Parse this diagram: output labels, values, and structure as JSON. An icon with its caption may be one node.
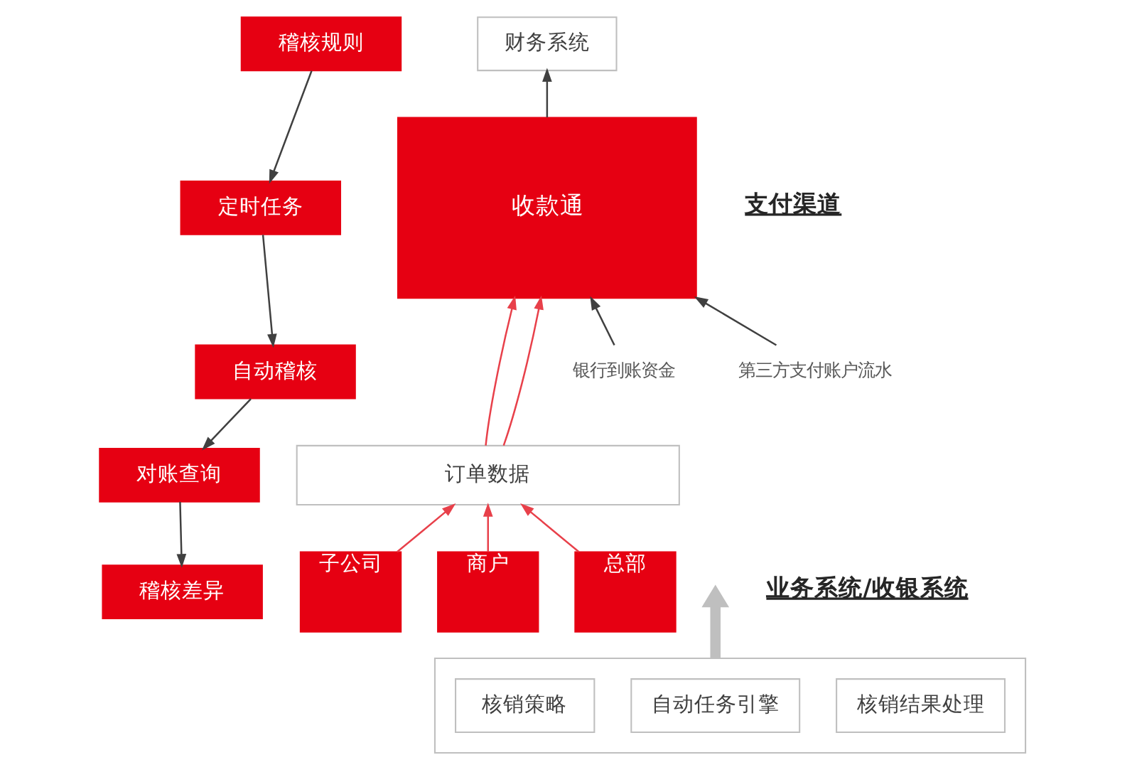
{
  "diagram": {
    "nodes": [
      {
        "text": [
          "财务系统"
        ]
      },
      {
        "text": [
          "收款通"
        ]
      },
      {
        "text": [
          "银行到账资金"
        ]
      },
      {
        "text": [
          "第三方支付账户流水"
        ]
      },
      {
        "text": [
          "稽核规则"
        ]
      },
      {
        "text": [
          "定时任务"
        ]
      },
      {
        "text": [
          "自动稽核"
        ]
      },
      {
        "text": [
          "对账查询"
        ]
      },
      {
        "text": [
          "稽核差异"
        ]
      },
      {
        "text": [
          "订单数据"
        ]
      },
      {
        "text": [
          "子公司"
        ]
      },
      {
        "text": [
          "商户"
        ]
      },
      {
        "text": [
          "总部"
        ]
      },
      {
        "text": [],
        "shape": "box"
      },
      {
        "text": [
          "核销策略"
        ],
        "in": 13
      },
      {
        "text": [
          "自动任务引擎"
        ],
        "in": 13
      },
      {
        "text": [
          "核销结果处理"
        ],
        "in": 13
      }
    ],
    "edges": [
      {
        "from": 1,
        "to": 0,
        "arrow": "to"
      },
      {
        "from": 2,
        "to": 1,
        "arrow": "to"
      },
      {
        "from": 3,
        "to": 1,
        "arrow": "to"
      },
      {
        "from": 4,
        "to": 5,
        "arrow": "to"
      },
      {
        "from": 5,
        "to": 6,
        "arrow": "to"
      },
      {
        "from": 6,
        "to": 7,
        "arrow": "to"
      },
      {
        "from": 7,
        "to": 8,
        "arrow": "to"
      },
      {
        "from": 9,
        "to": 1,
        "arrow": "to",
        "color": "#e8404a"
      },
      {
        "from": 9,
        "to": 1,
        "arrow": "to",
        "color": "#e8404a"
      },
      {
        "from": 10,
        "to": 9,
        "arrow": "to",
        "color": "#e8404a"
      },
      {
        "from": 11,
        "to": 9,
        "arrow": "to",
        "color": "#e8404a"
      },
      {
        "from": 12,
        "to": 9,
        "arrow": "to",
        "color": "#e8404a"
      },
      {
        "from": 13,
        "to": null,
        "arrow": "to",
        "style": "thick",
        "color": "#bfbfbf"
      }
    ],
    "labels": [
      "支付渠道",
      "业务系统/收银系统"
    ]
  }
}
